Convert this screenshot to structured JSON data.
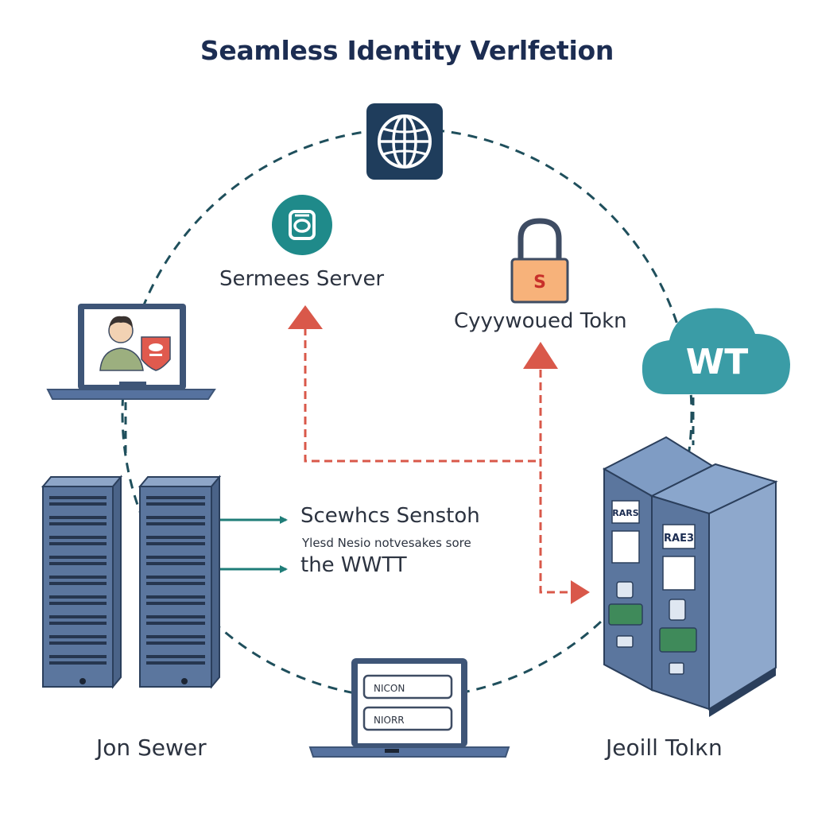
{
  "title": "Seamless Identity Verlfetion",
  "labels": {
    "security_server": "Sermees Server",
    "crypto_token": "Cyyywoued Tokn",
    "cloud": "WT",
    "lock_symbol": "S",
    "scheme_session": "Scewhcs Senstoh",
    "scheme_note": "Ylesd Nesio notvesakes sore",
    "scheme_wtt": "the WWTT",
    "left_server": "Jon Sewer",
    "right_server": "Jeoill Tolкn",
    "form_field_1": "NICON",
    "form_field_2": "NIORR",
    "rack_tag_1": "RARS",
    "rack_tag_2": "RAE3"
  },
  "icons": {
    "globe": "globe-icon",
    "shield": "shield-icon",
    "lock": "padlock-icon",
    "cloud": "cloud-icon",
    "laptop_user": "laptop-user-icon",
    "laptop_form": "laptop-form-icon",
    "server_left": "server-rack-icon",
    "server_right": "server-rack-icon"
  },
  "colors": {
    "navy": "#1f3d5c",
    "teal": "#1f8a8a",
    "coral": "#d9584a",
    "slate": "#56729f",
    "cloud": "#3a9ca6",
    "lock_body": "#f7b27a"
  }
}
